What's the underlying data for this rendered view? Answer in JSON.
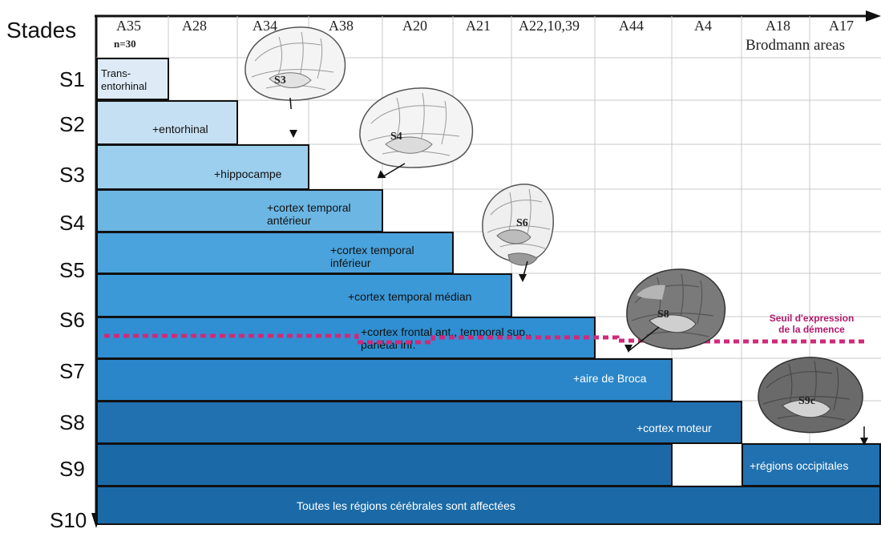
{
  "header": {
    "stages_title": "Stades",
    "n_label": "n=30",
    "brodmann_label": "Brodmann areas"
  },
  "areas": [
    "A35",
    "A28",
    "A34",
    "A38",
    "A20",
    "A21",
    "A22,10,39",
    "A44",
    "A4",
    "A18",
    "A17"
  ],
  "stages": [
    "S1",
    "S2",
    "S3",
    "S4",
    "S5",
    "S6",
    "S7",
    "S8",
    "S9",
    "S10"
  ],
  "bars": {
    "s1": "Trans-\nentorhinal",
    "s2": "+entorhinal",
    "s3": "+hippocampe",
    "s4": "+cortex temporal\nantérieur",
    "s5": "+cortex temporal\ninférieur",
    "s6": "+cortex temporal médian",
    "s7": "+cortex frontal ant., temporal sup.,\npariétal inf.",
    "s8": "+aire de Broca",
    "s9": "+cortex moteur",
    "s9_occipital": "+régions occipitales",
    "s10": "Toutes les régions cérébrales sont affectées"
  },
  "brains": [
    "S3",
    "S4",
    "S6",
    "S8",
    "S9c"
  ],
  "threshold_note": "Seuil d'expression\nde la démence",
  "colors": {
    "s1": "#deebf7",
    "s2": "#c6e0f3",
    "s3": "#9ccfee",
    "s4": "#6cb6e4",
    "s5": "#4aa3dc",
    "s6": "#3b99d8",
    "s7": "#2f8fd2",
    "s8": "#2a86c9",
    "s9": "#2171b1",
    "s10": "#1b6aa7",
    "threshold": "#d0297a"
  }
}
